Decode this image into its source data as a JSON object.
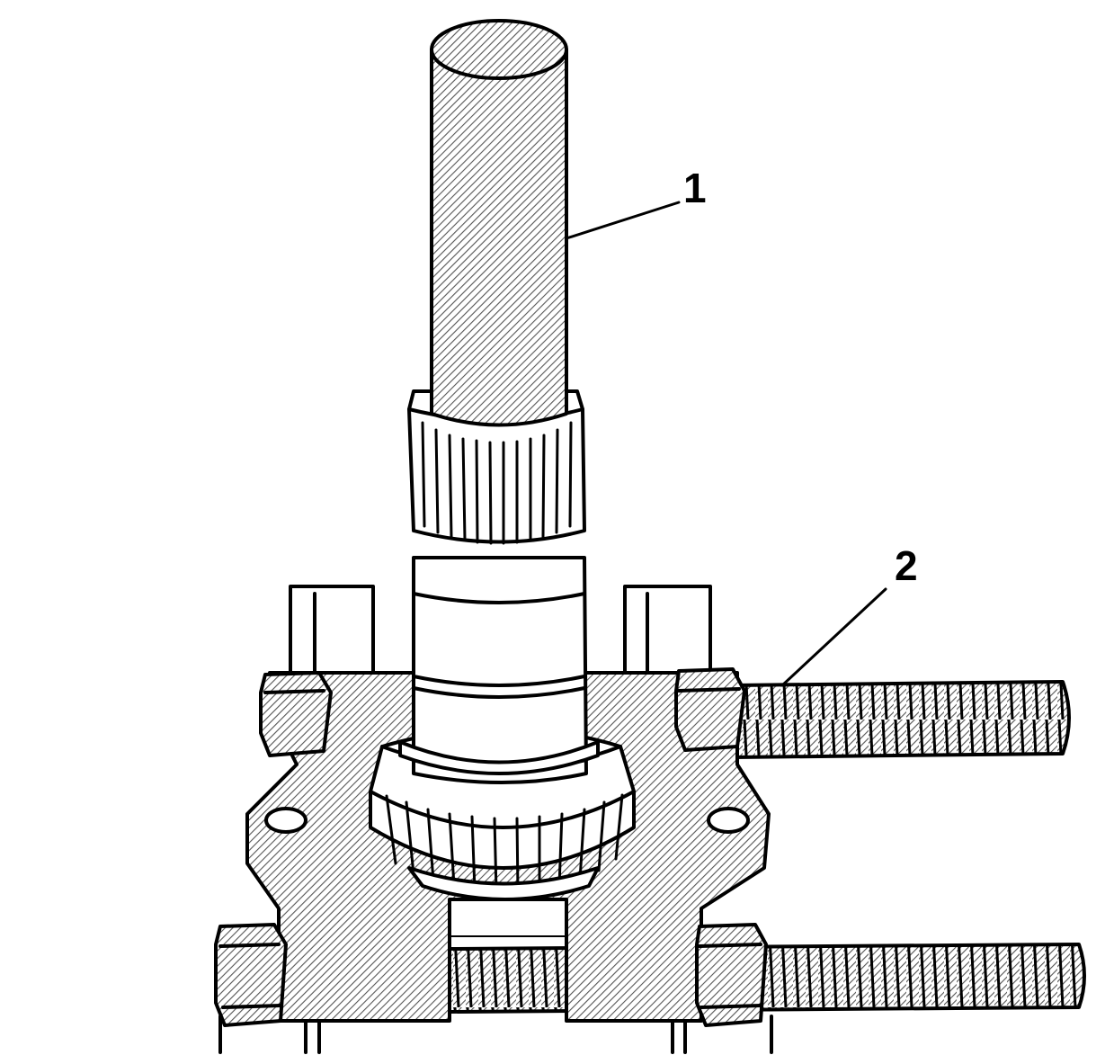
{
  "diagram": {
    "callouts": [
      {
        "id": "callout-1",
        "label": "1"
      },
      {
        "id": "callout-2",
        "label": "2"
      }
    ],
    "colors": {
      "stroke": "#000000",
      "fill": "#ffffff",
      "hatch": "#4a4a4a"
    }
  }
}
